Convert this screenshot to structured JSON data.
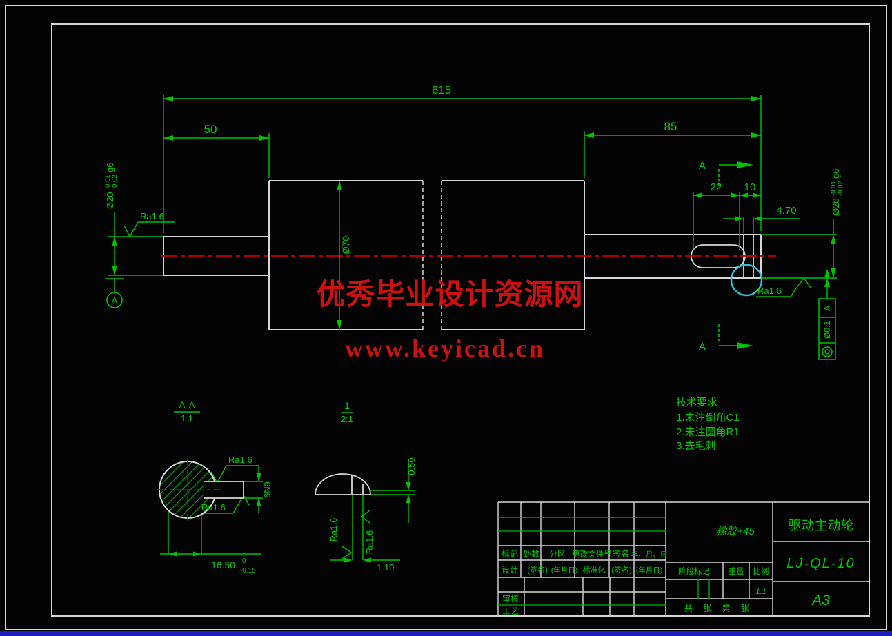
{
  "colors": {
    "line_green": "#00c300",
    "outline_white": "#d6d6d6",
    "centerline_red": "#c40000",
    "watermark_red": "#cc1111",
    "detail_circle_cyan": "#2cc3d2",
    "bottom_strip_blue": "#1d1dc0"
  },
  "watermark": {
    "line1": "优秀毕业设计资源网",
    "line2": "www.keyicad.cn"
  },
  "dims": {
    "total_length": "615",
    "left_section": "50",
    "right_section": "85",
    "keyway_length": "22",
    "end_offset": "10",
    "groove_width": "4.70",
    "big_diameter": "Ø70",
    "shaft_dia_left": {
      "prefix": "Ø20",
      "upper": "-0.01",
      "lower": "-0.02",
      "suffix": "g6"
    },
    "shaft_dia_right": {
      "prefix": "Ø20",
      "upper": "-0.01",
      "lower": "-0.02",
      "suffix": "g6"
    },
    "keyway_depth": {
      "value": "16.50",
      "upper": "0",
      "lower": "-0.15"
    },
    "keyway_width": "6N9",
    "detail_step": "0.50",
    "detail_width": "1.10"
  },
  "roughness": {
    "ra": "Ra1.6"
  },
  "datum": {
    "label": "A"
  },
  "section_marker": {
    "label": "A"
  },
  "section_view": {
    "title": "A-A",
    "scale": "1:1"
  },
  "detail_view": {
    "title": "1",
    "scale": "2:1"
  },
  "tolerance": {
    "value": "Ø0.1",
    "datum": "A"
  },
  "tech_requirements": {
    "title": "技术要求",
    "items": [
      "1.未注倒角C1",
      "2.未注圆角R1",
      "3.去毛刺"
    ]
  },
  "title_block": {
    "rev_headers": [
      "标记",
      "处数",
      "分区",
      "更改文件号",
      "签名",
      "年、月、日"
    ],
    "design_row": [
      "设计",
      "(签名)",
      "(年月日)",
      "标准化",
      "(签名)",
      "(年月日)"
    ],
    "review": "审核",
    "process": "工艺",
    "stage_label": "阶段标记",
    "weight_label": "重量",
    "scale_label": "比例",
    "scale_value": "1:1",
    "sheet_info": "共 张 第 张",
    "material": "橡胶+45",
    "part_name": "驱动主动轮",
    "drawing_no": "LJ-QL-10",
    "paper_size": "A3"
  }
}
